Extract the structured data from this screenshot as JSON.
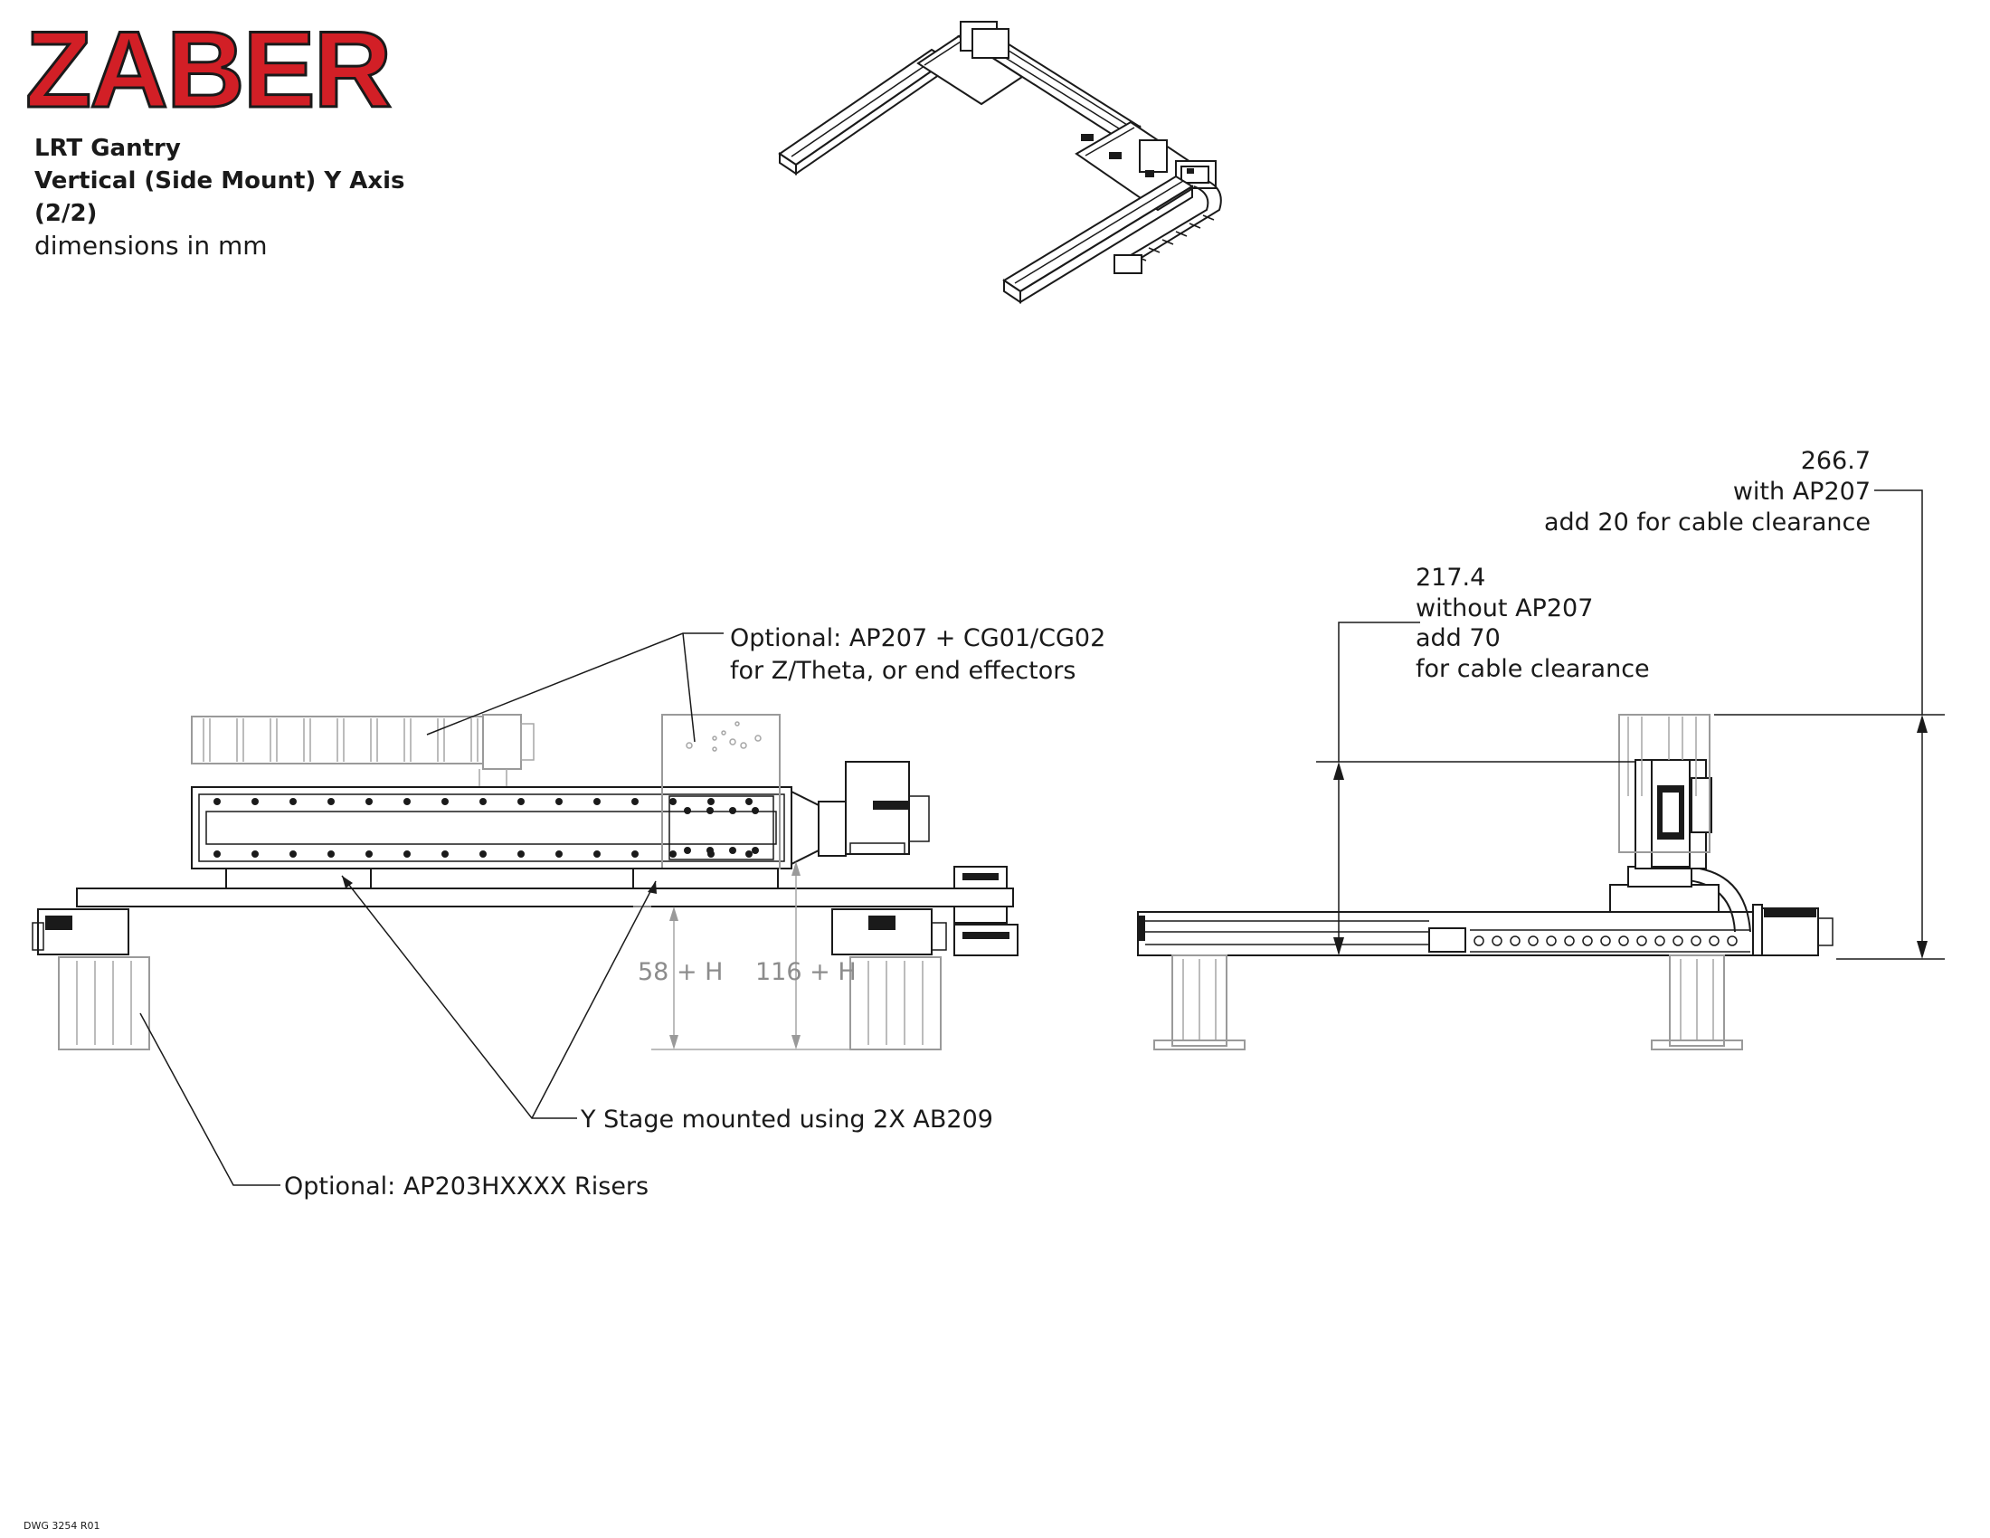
{
  "logo": {
    "text": "ZABER",
    "color": "#d21f26"
  },
  "title": {
    "line1": "LRT Gantry",
    "line2": "Vertical (Side Mount) Y Axis",
    "line3": "(2/2)",
    "line4": "dimensions in mm"
  },
  "callouts": {
    "optional_ap207_line1": "Optional: AP207 + CG01/CG02",
    "optional_ap207_line2": "for Z/Theta, or end effectors",
    "y_stage": "Y Stage mounted using 2X AB209",
    "risers": "Optional: AP203HXXXX Risers"
  },
  "dimensions": {
    "left_58": "58 + H",
    "left_116": "116 + H",
    "right_266_value": "266.7",
    "right_266_line2": "with AP207",
    "right_266_line3": "add 20 for cable clearance",
    "right_217_value": "217.4",
    "right_217_line2": "without AP207",
    "right_217_line3": "add 70",
    "right_217_line4": "for cable clearance"
  },
  "drawing_number": "DWG 3254 R01",
  "colors": {
    "line": "#1a1a1a",
    "gray_dim": "#8c8c8c"
  }
}
